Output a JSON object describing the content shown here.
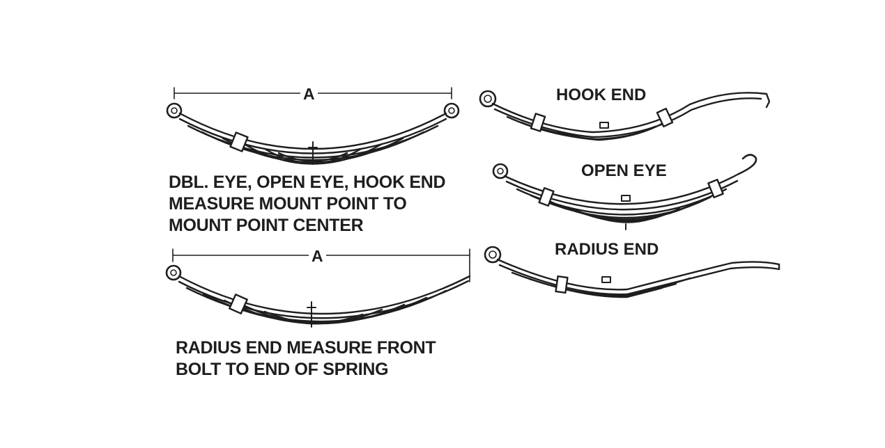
{
  "diagram": {
    "dimension_label_top": "A",
    "dimension_label_bottom": "A",
    "caption_top": [
      "DBL. EYE, OPEN EYE, HOOK END",
      "MEASURE MOUNT POINT TO",
      "MOUNT POINT CENTER"
    ],
    "caption_bottom": [
      "RADIUS END MEASURE FRONT",
      "BOLT TO END OF SPRING"
    ],
    "types": {
      "hook_end": "HOOK END",
      "open_eye": "OPEN EYE",
      "radius_end": "RADIUS END"
    },
    "line_color": "#1e1e1e",
    "background": "#ffffff"
  }
}
